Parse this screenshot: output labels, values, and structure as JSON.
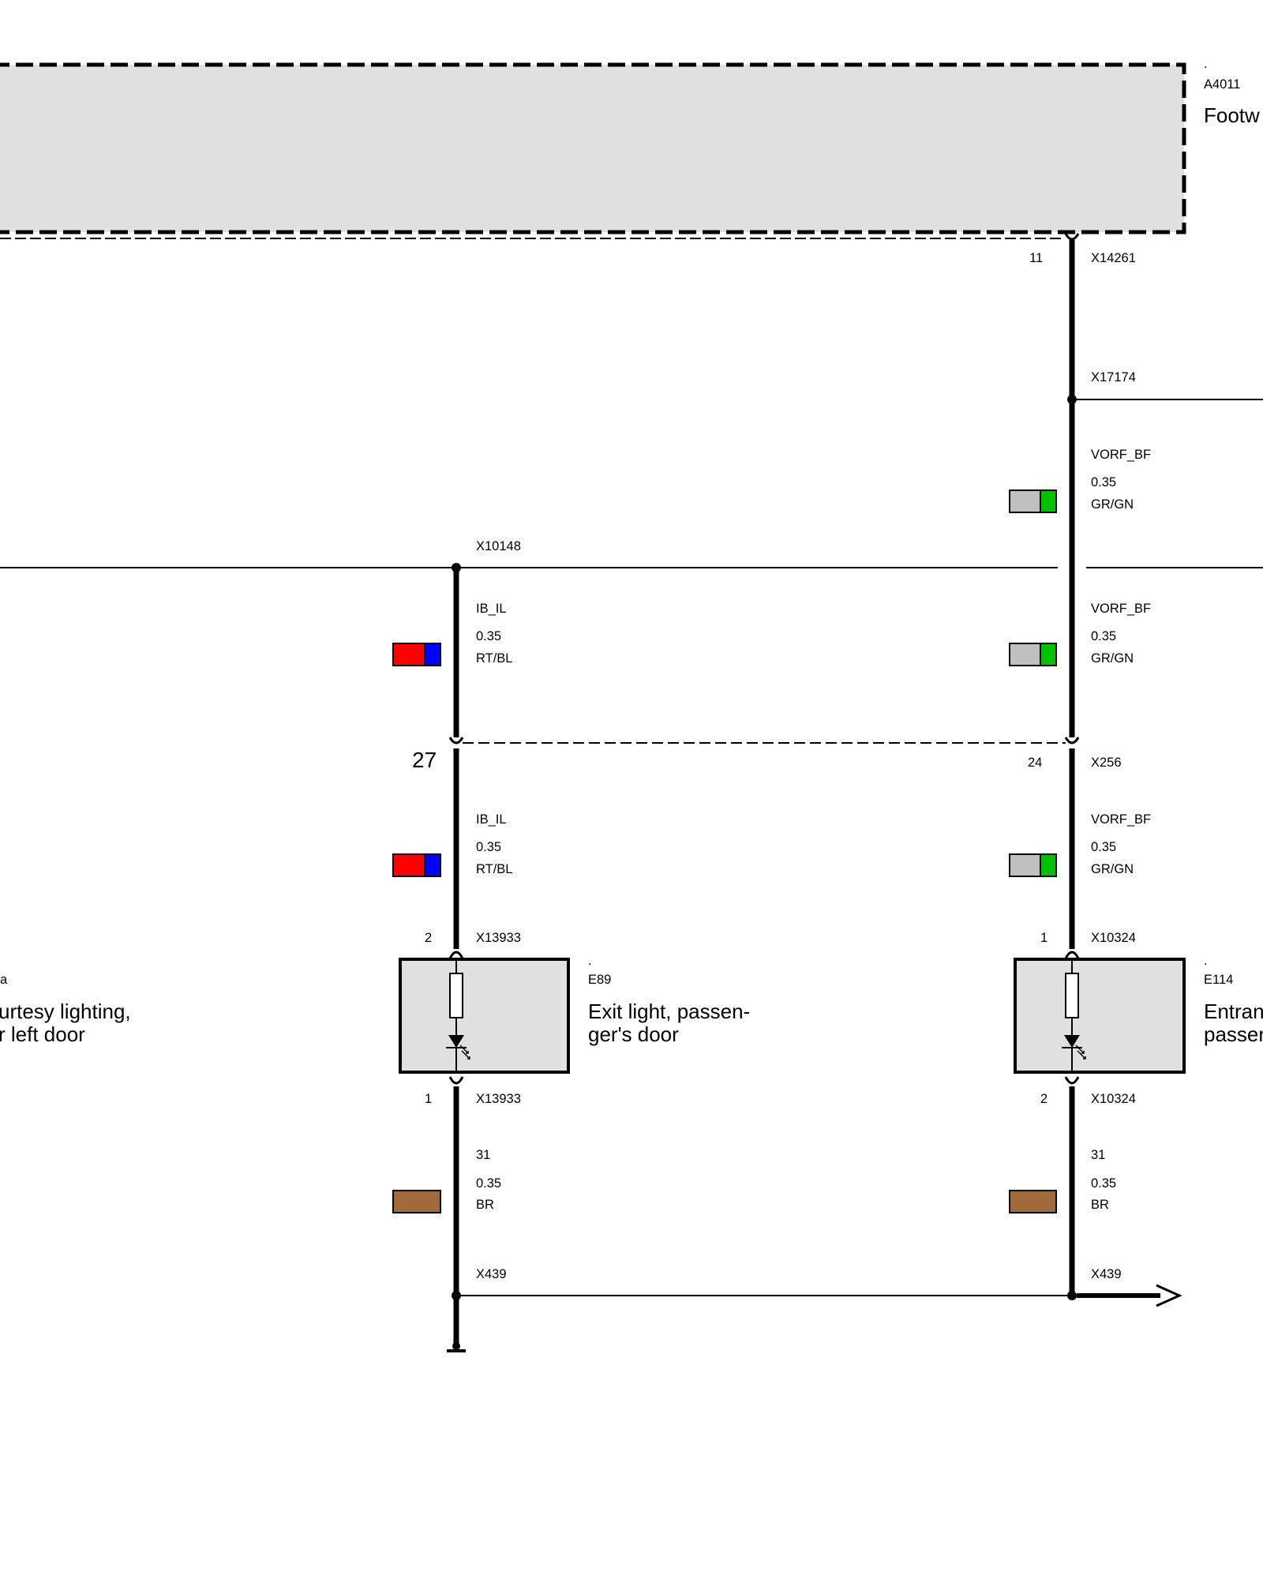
{
  "footwell_module": {
    "dot": ".",
    "code": "A4011",
    "name": "Footw"
  },
  "left_component": {
    "dot": "a",
    "line1": "urtesy lighting,",
    "line2": "r left door"
  },
  "e89": {
    "dot": ".",
    "code": "E89",
    "line1": "Exit light, passen-",
    "line2": "ger's door"
  },
  "e114": {
    "dot": ".",
    "code": "E114",
    "line1": "Entran",
    "line2": "passen"
  },
  "right_wire": {
    "connector_top": "X14261",
    "pin_top": "11",
    "splice_1": "X17174",
    "seg1": {
      "signal": "VORF_BF",
      "size": "0.35",
      "color": "GR/GN"
    },
    "seg2": {
      "signal": "VORF_BF",
      "size": "0.35",
      "color": "GR/GN"
    },
    "connector_mid": "X256",
    "pin_mid": "24",
    "seg3": {
      "signal": "VORF_BF",
      "size": "0.35",
      "color": "GR/GN"
    },
    "conn_in": "X10324",
    "pin_in": "1",
    "conn_out": "X10324",
    "pin_out": "2",
    "seg4": {
      "signal": "31",
      "size": "0.35",
      "color": "BR"
    },
    "ground": "X439"
  },
  "left_wire": {
    "splice": "X10148",
    "seg1": {
      "signal": "IB_IL",
      "size": "0.35",
      "color": "RT/BL"
    },
    "pin_mid": "27",
    "seg2": {
      "signal": "IB_IL",
      "size": "0.35",
      "color": "RT/BL"
    },
    "conn_in": "X13933",
    "pin_in": "2",
    "conn_out": "X13933",
    "pin_out": "1",
    "seg3": {
      "signal": "31",
      "size": "0.35",
      "color": "BR"
    },
    "ground": "X439"
  },
  "colors": {
    "module_fill": "#e0e0e0",
    "grey": "#c0c0c0",
    "green": "#00c000",
    "red": "#ff0000",
    "blue": "#0000ff",
    "brown": "#a06a3a"
  }
}
